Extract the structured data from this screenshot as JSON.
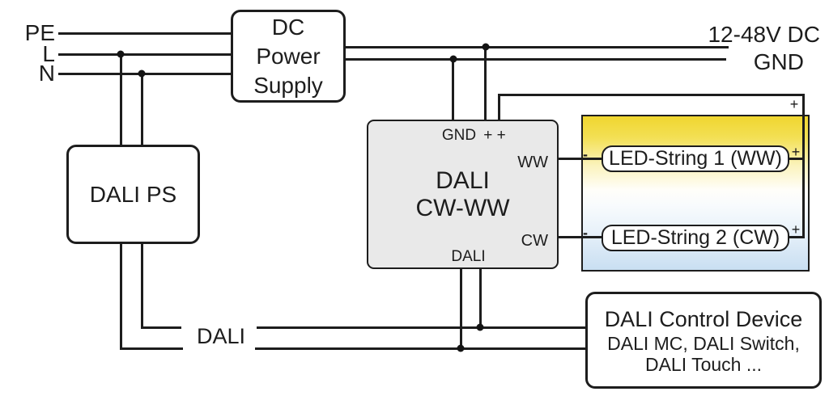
{
  "colors": {
    "wire": "#1d1d1d",
    "text": "#1d1d1d",
    "controller_fill": "#e9e9e9",
    "ww_yellow": "#f0d62f",
    "cw_blue": "#c9dff2"
  },
  "mains": {
    "pe": "PE",
    "l": "L",
    "n": "N"
  },
  "dc_power_supply": {
    "lines": [
      "DC",
      "Power",
      "Supply"
    ]
  },
  "dc_bus": {
    "voltage": "12-48V DC",
    "ground": "GND"
  },
  "dali_ps": {
    "label": "DALI PS"
  },
  "controller": {
    "gnd_terminal": "GND",
    "plus_terminals": "+ +",
    "name_line1": "DALI",
    "name_line2": "CW-WW",
    "ww_terminal": "WW",
    "cw_terminal": "CW",
    "dali_terminal": "DALI"
  },
  "led_panel": {
    "string1": "LED-String 1 (WW)",
    "string2": "LED-String 2 (CW)",
    "plus_bus": "+",
    "string1_plus": "+",
    "string2_plus": "+",
    "string1_minus": "-",
    "string2_minus": "-"
  },
  "dali_bus": {
    "label": "DALI"
  },
  "control_device": {
    "title": "DALI Control Device",
    "examples_line1": "DALI MC, DALI Switch,",
    "examples_line2": "DALI Touch ..."
  }
}
